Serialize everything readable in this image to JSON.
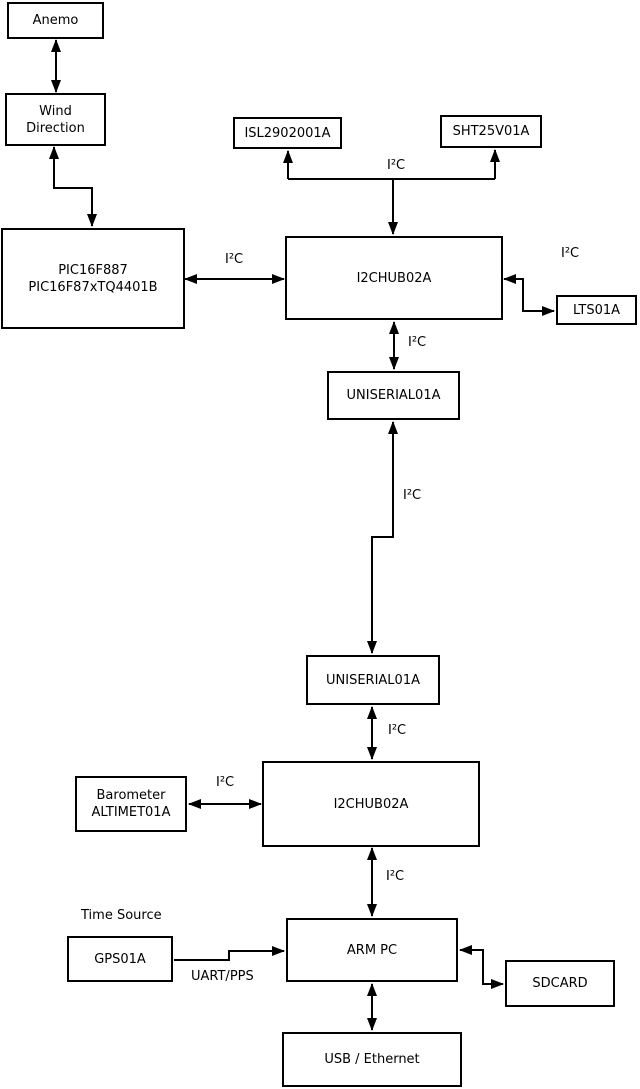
{
  "nodes": {
    "anemo": {
      "label": "Anemo"
    },
    "wind_direction": {
      "label": "Wind\nDirection"
    },
    "pic": {
      "label": "PIC16F887\nPIC16F87xTQ4401B"
    },
    "isl": {
      "label": "ISL2902001A"
    },
    "sht": {
      "label": "SHT25V01A"
    },
    "i2chub_top": {
      "label": "I2CHUB02A"
    },
    "lts": {
      "label": "LTS01A"
    },
    "uniserial_top": {
      "label": "UNISERIAL01A"
    },
    "uniserial_bottom": {
      "label": "UNISERIAL01A"
    },
    "i2chub_bottom": {
      "label": "I2CHUB02A"
    },
    "barometer": {
      "label": "Barometer\nALTIMET01A"
    },
    "gps": {
      "label": "GPS01A"
    },
    "arm_pc": {
      "label": "ARM PC"
    },
    "sdcard": {
      "label": "SDCARD"
    },
    "usb_ethernet": {
      "label": "USB / Ethernet"
    }
  },
  "edges": [
    {
      "from": "anemo",
      "to": "wind_direction",
      "bidirectional": true,
      "label": ""
    },
    {
      "from": "wind_direction",
      "to": "pic",
      "bidirectional": true,
      "label": ""
    },
    {
      "from": "pic",
      "to": "i2chub_top",
      "bidirectional": true,
      "label": "I²C"
    },
    {
      "from": "i2chub_top",
      "to": "isl / sht",
      "bidirectional": false,
      "label": "I²C"
    },
    {
      "from": "i2chub_top",
      "to": "lts",
      "bidirectional": true,
      "label": "I²C"
    },
    {
      "from": "i2chub_top",
      "to": "uniserial_top",
      "bidirectional": true,
      "label": "I²C"
    },
    {
      "from": "uniserial_top",
      "to": "uniserial_bottom",
      "bidirectional": true,
      "label": "I²C"
    },
    {
      "from": "uniserial_bottom",
      "to": "i2chub_bottom",
      "bidirectional": true,
      "label": "I²C"
    },
    {
      "from": "barometer",
      "to": "i2chub_bottom",
      "bidirectional": true,
      "label": "I²C"
    },
    {
      "from": "i2chub_bottom",
      "to": "arm_pc",
      "bidirectional": true,
      "label": "I²C"
    },
    {
      "from": "gps",
      "to": "arm_pc",
      "bidirectional": false,
      "label": "UART/PPS"
    },
    {
      "from": "arm_pc",
      "to": "sdcard",
      "bidirectional": true,
      "label": ""
    },
    {
      "from": "arm_pc",
      "to": "usb_ethernet",
      "bidirectional": true,
      "label": ""
    }
  ],
  "annotations": {
    "time_source": "Time Source"
  },
  "colors": {
    "line": "#000000",
    "box_fill": "#ffffff",
    "background": "#ffffff"
  }
}
